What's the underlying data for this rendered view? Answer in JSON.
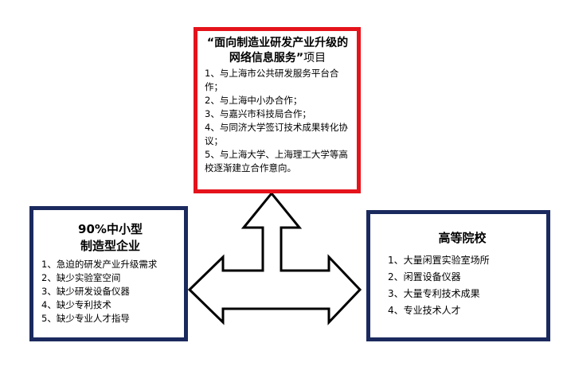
{
  "top_box": {
    "title_bold": "“面向制造业研发产业升级的网络信息服务”",
    "title_suffix": "项目",
    "items": [
      "1、与上海市公共研发服务平台合作；",
      "2、与上海中小办合作；",
      "3、与嘉兴市科技局合作；",
      "4、与同济大学签订技术成果转化协议；",
      "5、与上海大学、上海理工大学等高校逐渐建立合作意向。"
    ],
    "border_color": "#e5131b"
  },
  "left_box": {
    "title_line1": "90%中小型",
    "title_line2": "制造型企业",
    "items": [
      "1、急迫的研发产业升级需求",
      "2、缺少实验室空间",
      "3、缺少研发设备仪器",
      "4、缺少专利技术",
      "5、缺少专业人才指导"
    ],
    "border_color": "#1b2a5e"
  },
  "right_box": {
    "title": "高等院校",
    "items": [
      "1、大量闲置实验室场所",
      "2、闲置设备仪器",
      "3、大量专利技术成果",
      "4、专业技术人才"
    ],
    "border_color": "#1b2a5e"
  }
}
